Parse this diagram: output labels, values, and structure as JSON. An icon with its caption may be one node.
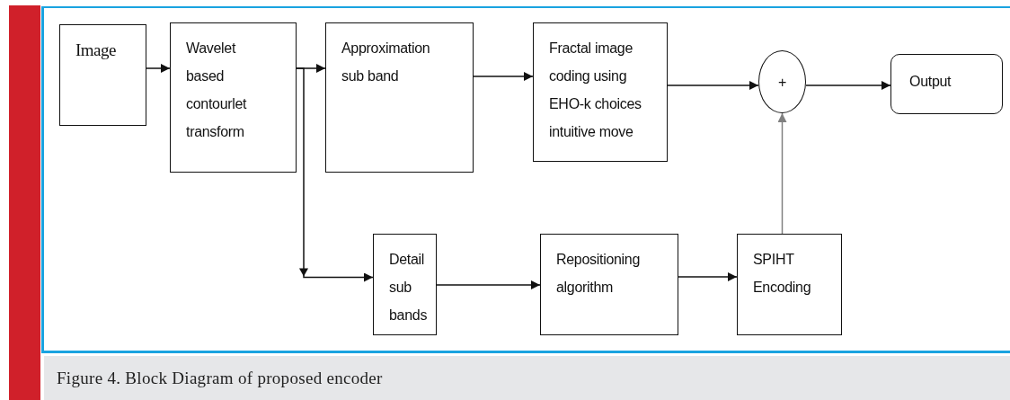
{
  "diagram": {
    "caption": "Figure 4. Block Diagram of proposed encoder",
    "nodes": [
      {
        "text": [
          "Image"
        ]
      },
      {
        "text": [
          "Wavelet based contourlet transform"
        ]
      },
      {
        "text": [
          "Approximation sub band"
        ]
      },
      {
        "text": [
          "Fractal image coding using EHO-k choices intuitive move"
        ]
      },
      {
        "text": [
          "+"
        ]
      },
      {
        "text": [
          "Output"
        ]
      },
      {
        "text": [
          "Detail sub bands"
        ]
      },
      {
        "text": [
          "Repositioning algorithm"
        ]
      },
      {
        "text": [
          "SPIHT Encoding"
        ]
      }
    ],
    "edges": [
      {
        "from": 0,
        "to": 1,
        "arrow": "to"
      },
      {
        "from": 1,
        "to": 2,
        "arrow": "to"
      },
      {
        "from": 1,
        "to": 6,
        "arrow": "to"
      },
      {
        "from": 2,
        "to": 3,
        "arrow": "to"
      },
      {
        "from": 3,
        "to": 4,
        "arrow": "to"
      },
      {
        "from": 4,
        "to": 5,
        "arrow": "to"
      },
      {
        "from": 6,
        "to": 7,
        "arrow": "to"
      },
      {
        "from": 7,
        "to": 8,
        "arrow": "to"
      },
      {
        "from": 8,
        "to": 4,
        "arrow": "to",
        "color": "#808080"
      }
    ]
  }
}
